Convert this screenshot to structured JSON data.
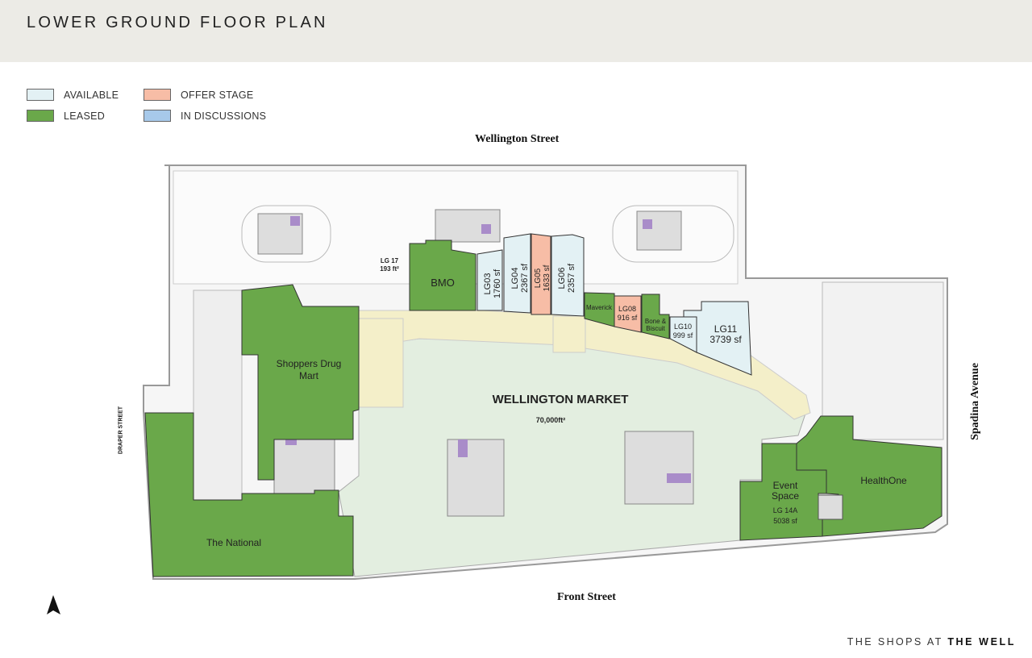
{
  "header": {
    "title": "LOWER GROUND FLOOR PLAN"
  },
  "legend": [
    {
      "label": "AVAILABLE",
      "color": "#e3f1f4"
    },
    {
      "label": "LEASED",
      "color": "#6aa84a"
    },
    {
      "label": "OFFER STAGE",
      "color": "#f7bda6"
    },
    {
      "label": "IN DISCUSSIONS",
      "color": "#a7c9ea"
    }
  ],
  "streets": {
    "north": "Wellington Street",
    "south": "Front Street",
    "east": "Spadina Avenue",
    "west": "DRAPER STREET"
  },
  "units": {
    "bmo": "BMO",
    "lg03": {
      "id": "LG03",
      "area": "1760 sf"
    },
    "lg04": {
      "id": "LG04",
      "area": "2367 sf"
    },
    "lg05": {
      "id": "LG05",
      "area": "1633 sf"
    },
    "lg06": {
      "id": "LG06",
      "area": "2357 sf"
    },
    "maverick": "Maverick",
    "lg08": {
      "id": "LG08",
      "area": "916 sf"
    },
    "bone": {
      "line1": "Bone &",
      "line2": "Biscuit"
    },
    "lg10": {
      "id": "LG10",
      "area": "999 sf"
    },
    "lg11": {
      "id": "LG11",
      "area": "3739 sf"
    },
    "lg17": {
      "id": "LG 17",
      "area": "193 ft²"
    },
    "shoppers": {
      "line1": "Shoppers Drug",
      "line2": "Mart"
    },
    "national": "The National",
    "event": {
      "line1": "Event",
      "line2": "Space",
      "id": "LG 14A",
      "area": "5038 sf"
    },
    "healthone": "HealthOne",
    "market": {
      "name": "WELLINGTON MARKET",
      "area": "70,000ft²"
    }
  },
  "brand": {
    "prefix": "THE SHOPS AT",
    "name": "THE WELL"
  }
}
